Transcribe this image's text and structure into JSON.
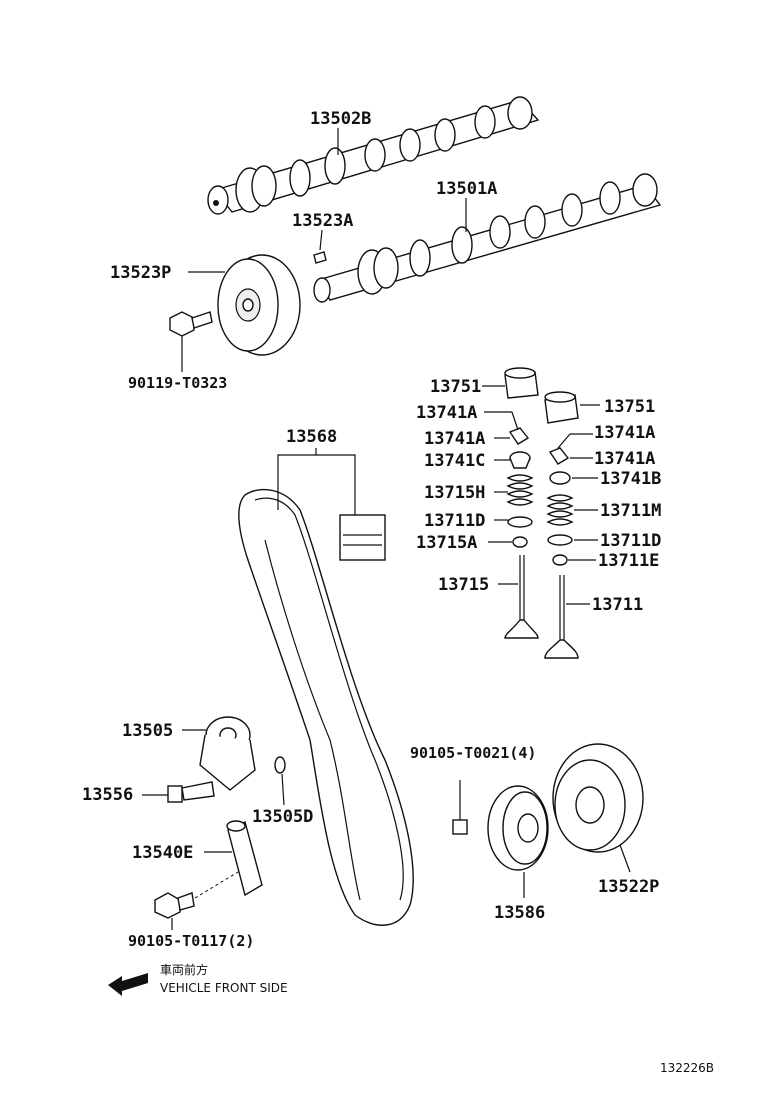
{
  "labels": {
    "camshaft_ex": "13502B",
    "camshaft_in": "13501A",
    "plug": "13523A",
    "cam_pulley": "13523P",
    "cam_bolt": "90119-T0323",
    "belt": "13568",
    "lifter_in": "13751",
    "lifter_ex": "13751",
    "keeper_1": "13741A",
    "keeper_2": "13741A",
    "keeper_3": "13741A",
    "keeper_4": "13741A",
    "retainer_in": "13741C",
    "retainer_ex": "13741B",
    "spring_in": "13715H",
    "spring_ex": "13711M",
    "seat_in": "13711D",
    "seat_ex": "13711D",
    "seal_in": "13715A",
    "seal_ex": "13711E",
    "valve_in": "13715",
    "valve_ex": "13711",
    "idler": "13505",
    "idler_bolt": "13556",
    "washer": "13505D",
    "tensioner": "13540E",
    "tensioner_bolt": "90105-T0117(2)",
    "crank_bolt": "90105-T0021(4)",
    "crank_pulley": "13522P",
    "damper": "13586"
  },
  "note": {
    "jp": "車両前方",
    "en": "VEHICLE FRONT SIDE"
  },
  "figure_id": "132226B"
}
